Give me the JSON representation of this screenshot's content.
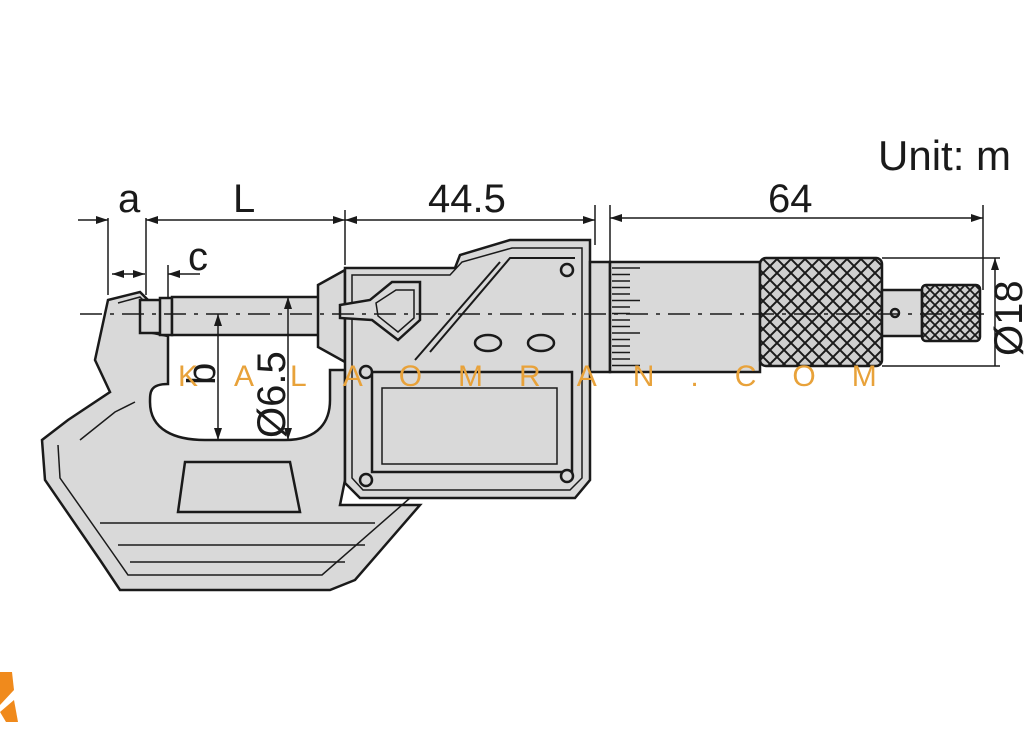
{
  "unit_label": "Unit: m",
  "dimensions": {
    "a": "a",
    "L": "L",
    "c": "c",
    "b": "b",
    "spindle_dia": "Ø6.5",
    "frame_to_body": "44.5",
    "thimble_len": "64",
    "thimble_dia": "Ø18"
  },
  "watermark": {
    "text": "KALAOMRAN.COM",
    "color": "#e8a23a"
  },
  "colors": {
    "body": "#d9d9d9",
    "outline": "#1a1a1a",
    "accent": "#f08a1c"
  }
}
